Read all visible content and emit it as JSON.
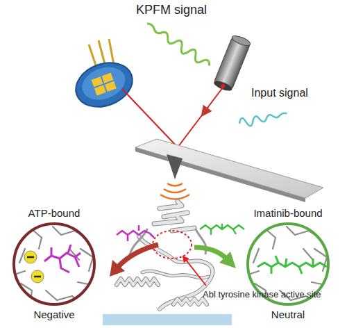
{
  "diagram": {
    "nodes": [
      {
        "text": [
          "ATP-bound",
          "Negative"
        ]
      },
      {
        "text": [
          "Imatinib-bound",
          "Neutral"
        ]
      }
    ],
    "labels": [
      "KPFM signal",
      "Input signal",
      "Abl tyrosine kinase active site"
    ]
  }
}
